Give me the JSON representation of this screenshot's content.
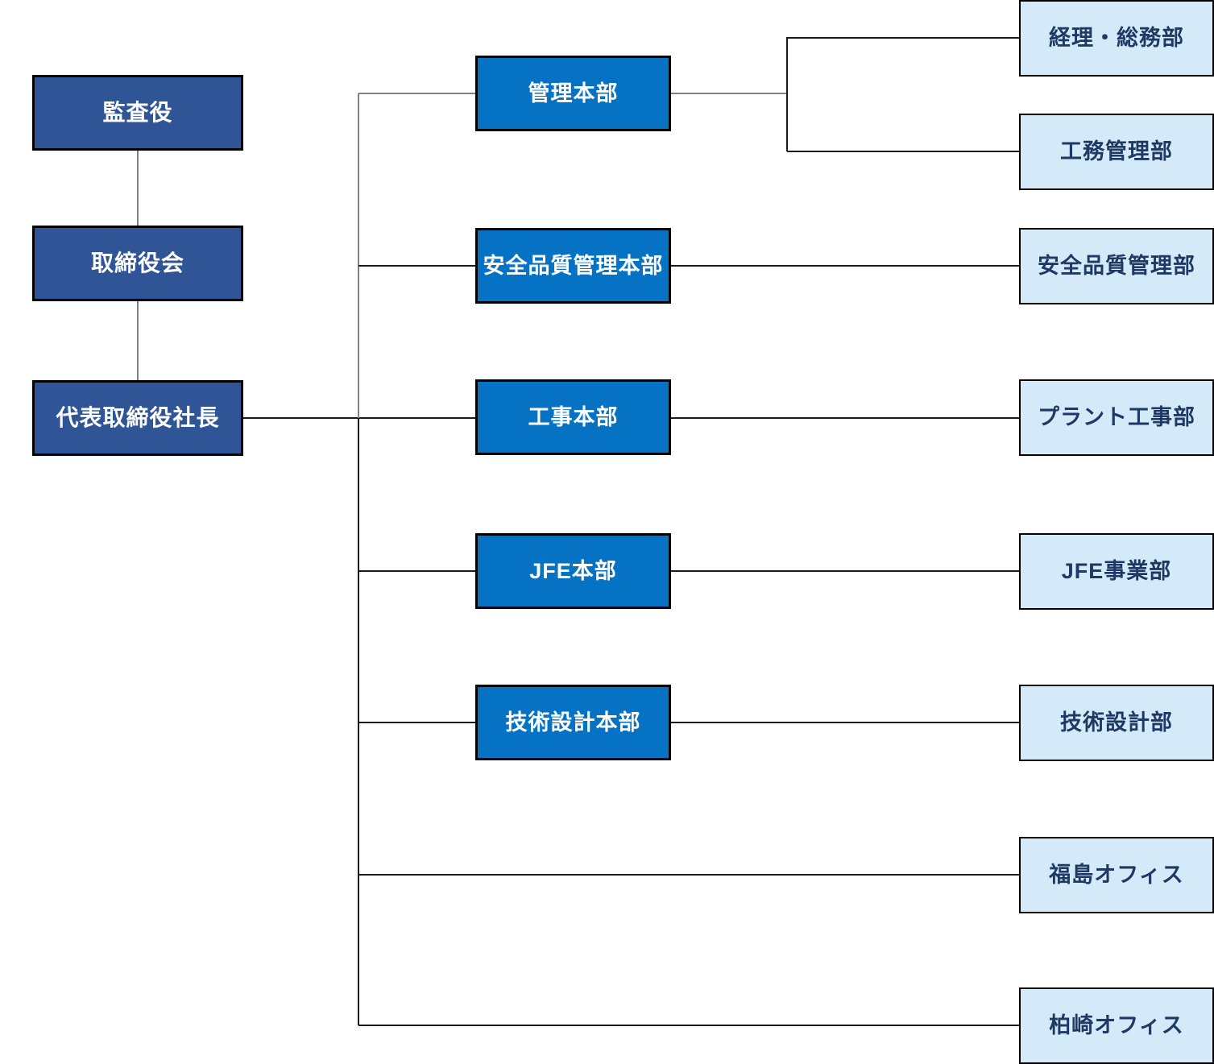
{
  "diagram": {
    "type": "organization-chart",
    "columns": {
      "executive": [
        {
          "label": "監査役"
        },
        {
          "label": "取締役会"
        },
        {
          "label": "代表取締役社長"
        }
      ],
      "headquarters": [
        {
          "label": "管理本部",
          "parent": "代表取締役社長"
        },
        {
          "label": "安全品質管理本部",
          "parent": "代表取締役社長"
        },
        {
          "label": "工事本部",
          "parent": "代表取締役社長"
        },
        {
          "label": "JFE本部",
          "parent": "代表取締役社長"
        },
        {
          "label": "技術設計本部",
          "parent": "代表取締役社長"
        }
      ],
      "departments": [
        {
          "label": "経理・総務部",
          "parent": "管理本部"
        },
        {
          "label": "工務管理部",
          "parent": "管理本部"
        },
        {
          "label": "安全品質管理部",
          "parent": "安全品質管理本部"
        },
        {
          "label": "プラント工事部",
          "parent": "工事本部"
        },
        {
          "label": "JFE事業部",
          "parent": "JFE本部"
        },
        {
          "label": "技術設計部",
          "parent": "技術設計本部"
        },
        {
          "label": "福島オフィス",
          "parent": "代表取締役社長"
        },
        {
          "label": "柏崎オフィス",
          "parent": "代表取締役社長"
        }
      ]
    },
    "colors": {
      "executive_fill": "#2F5597",
      "headquarters_fill": "#0572C3",
      "department_fill": "#D5EAF9",
      "executive_text": "#FFFFFF",
      "headquarters_text": "#FFFFFF",
      "department_text": "#1F3864",
      "box_border": "#000000",
      "connector_grey": "#808080",
      "connector_black": "#1A1A1A"
    }
  }
}
